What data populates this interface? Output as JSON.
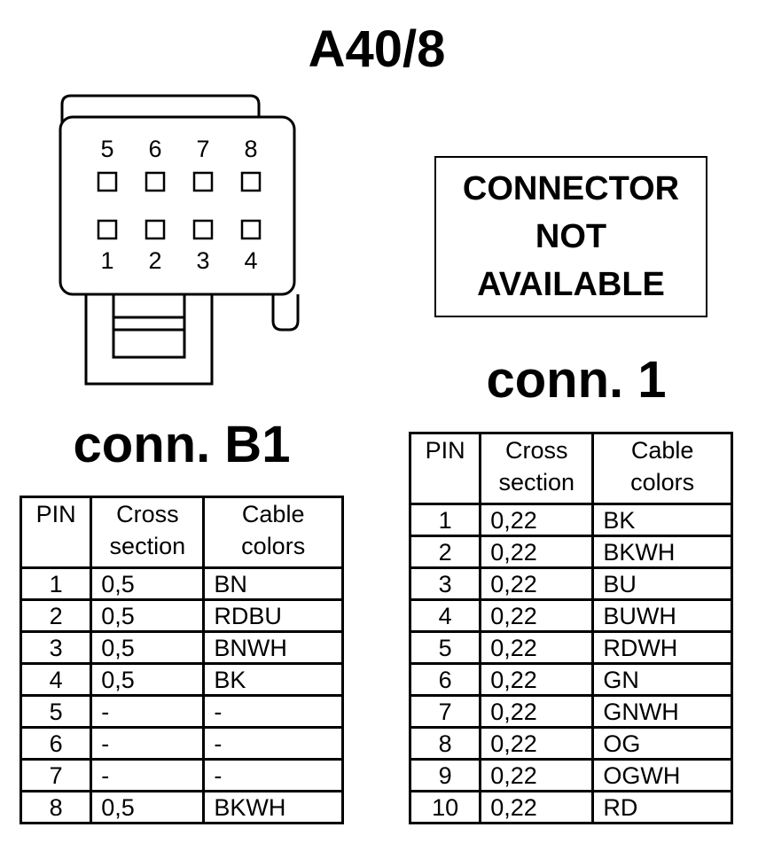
{
  "title": "A40/8",
  "not_available": "CONNECTOR\nNOT\nAVAILABLE",
  "connector_drawing": {
    "top_pins": [
      "5",
      "6",
      "7",
      "8"
    ],
    "bottom_pins": [
      "1",
      "2",
      "3",
      "4"
    ]
  },
  "conn_b1": {
    "label": "conn. B1",
    "headers": [
      "PIN",
      "Cross\nsection",
      "Cable\ncolors"
    ],
    "rows": [
      [
        "1",
        "0,5",
        "BN"
      ],
      [
        "2",
        "0,5",
        "RDBU"
      ],
      [
        "3",
        "0,5",
        "BNWH"
      ],
      [
        "4",
        "0,5",
        "BK"
      ],
      [
        "5",
        "-",
        "-"
      ],
      [
        "6",
        "-",
        "-"
      ],
      [
        "7",
        "-",
        "-"
      ],
      [
        "8",
        "0,5",
        "BKWH"
      ]
    ]
  },
  "conn_1": {
    "label": "conn. 1",
    "headers": [
      "PIN",
      "Cross\nsection",
      "Cable\ncolors"
    ],
    "rows": [
      [
        "1",
        "0,22",
        "BK"
      ],
      [
        "2",
        "0,22",
        "BKWH"
      ],
      [
        "3",
        "0,22",
        "BU"
      ],
      [
        "4",
        "0,22",
        "BUWH"
      ],
      [
        "5",
        "0,22",
        "RDWH"
      ],
      [
        "6",
        "0,22",
        "GN"
      ],
      [
        "7",
        "0,22",
        "GNWH"
      ],
      [
        "8",
        "0,22",
        "OG"
      ],
      [
        "9",
        "0,22",
        "OGWH"
      ],
      [
        "10",
        "0,22",
        "RD"
      ]
    ]
  }
}
